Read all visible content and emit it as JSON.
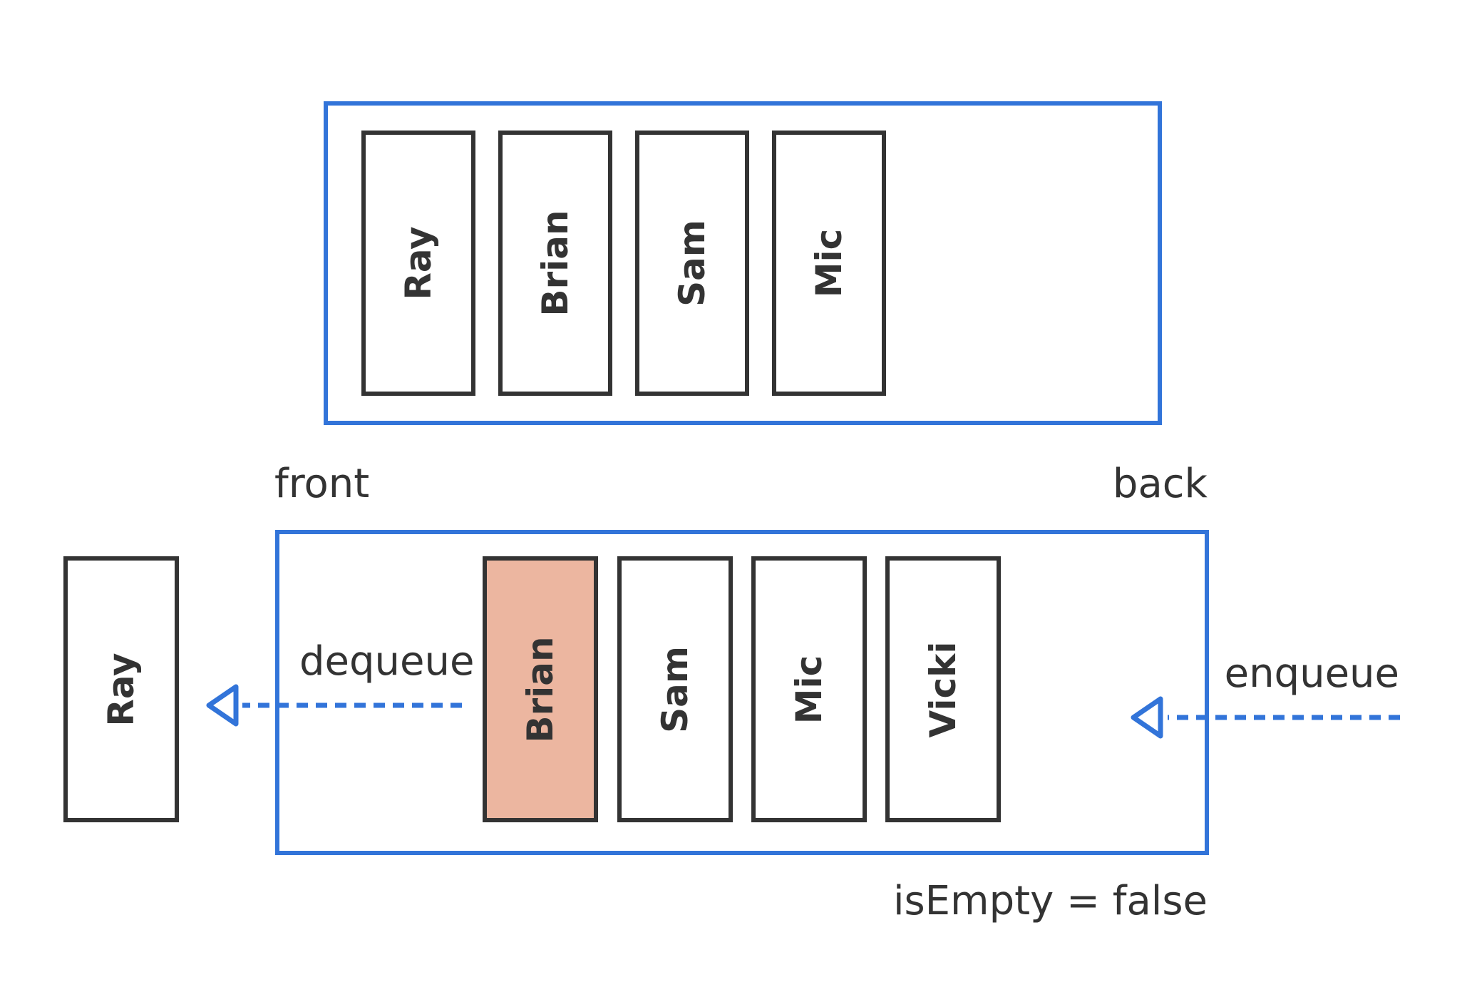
{
  "top_queue": {
    "items": [
      "Ray",
      "Brian",
      "Sam",
      "Mic"
    ]
  },
  "bottom_queue": {
    "front_label": "front",
    "back_label": "back",
    "items": [
      "Brian",
      "Sam",
      "Mic",
      "Vicki"
    ],
    "highlight_index": 0,
    "is_empty_label": "isEmpty = false"
  },
  "dequeued_item": "Ray",
  "operations": {
    "dequeue": "dequeue",
    "enqueue": "enqueue"
  },
  "colors": {
    "container_border": "#3274d9",
    "box_border": "#333333",
    "highlight_fill": "#ecb6a0",
    "arrow": "#3274d9"
  }
}
